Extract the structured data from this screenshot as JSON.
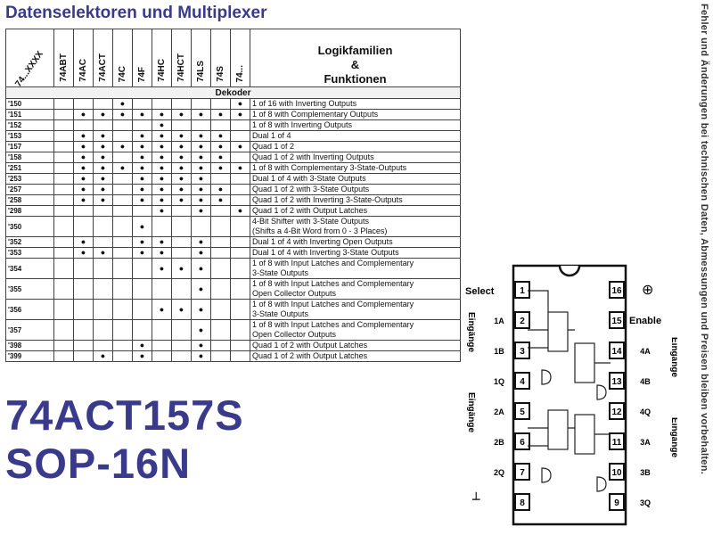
{
  "title": "Datenselektoren und Multiplexer",
  "table": {
    "corner_label": "74...XXXX",
    "families": [
      "74ABT",
      "74AC",
      "74ACT",
      "74C",
      "74F",
      "74HC",
      "74HCT",
      "74LS",
      "74S",
      "74..."
    ],
    "func_header": [
      "Logikfamilien",
      "&",
      "Funktionen"
    ],
    "section": "Dekoder",
    "rows": [
      {
        "part": "'150",
        "dots": [
          0,
          0,
          0,
          1,
          0,
          0,
          0,
          0,
          0,
          1
        ],
        "func": [
          "1 of 16 with Inverting Outputs"
        ]
      },
      {
        "part": "'151",
        "dots": [
          0,
          1,
          1,
          1,
          1,
          1,
          1,
          1,
          1,
          1
        ],
        "func": [
          "1 of 8 with Complementary Outputs"
        ]
      },
      {
        "part": "'152",
        "dots": [
          0,
          0,
          0,
          0,
          0,
          1,
          0,
          0,
          0,
          0
        ],
        "func": [
          "1 of 8 with Inverting Outputs"
        ]
      },
      {
        "part": "'153",
        "dots": [
          0,
          1,
          1,
          0,
          1,
          1,
          1,
          1,
          1,
          0
        ],
        "func": [
          "Dual 1 of 4"
        ]
      },
      {
        "part": "'157",
        "dots": [
          0,
          1,
          1,
          1,
          1,
          1,
          1,
          1,
          1,
          1
        ],
        "func": [
          "Quad 1 of 2"
        ]
      },
      {
        "part": "'158",
        "dots": [
          0,
          1,
          1,
          0,
          1,
          1,
          1,
          1,
          1,
          0
        ],
        "func": [
          "Quad 1 of 2 with Inverting Outputs"
        ]
      },
      {
        "part": "'251",
        "dots": [
          0,
          1,
          1,
          1,
          1,
          1,
          1,
          1,
          1,
          1
        ],
        "func": [
          "1 of 8 with Complementary 3-State-Outputs"
        ]
      },
      {
        "part": "'253",
        "dots": [
          0,
          1,
          1,
          0,
          1,
          1,
          1,
          1,
          0,
          0
        ],
        "func": [
          "Dual 1 of 4 with 3-State Outputs"
        ]
      },
      {
        "part": "'257",
        "dots": [
          0,
          1,
          1,
          0,
          1,
          1,
          1,
          1,
          1,
          0
        ],
        "func": [
          "Quad 1 of 2 with 3-State Outputs"
        ]
      },
      {
        "part": "'258",
        "dots": [
          0,
          1,
          1,
          0,
          1,
          1,
          1,
          1,
          1,
          0
        ],
        "func": [
          "Quad 1 of 2 with Inverting 3-State-Outputs"
        ]
      },
      {
        "part": "'298",
        "dots": [
          0,
          0,
          0,
          0,
          0,
          1,
          0,
          1,
          0,
          1
        ],
        "func": [
          "Quad 1 of 2 with Output Latches"
        ]
      },
      {
        "part": "'350",
        "dots": [
          0,
          0,
          0,
          0,
          1,
          0,
          0,
          0,
          0,
          0
        ],
        "func": [
          "4-Bit Shifter with 3-State Outputs",
          "(Shifts a 4-Bit Word from 0 - 3 Places)"
        ]
      },
      {
        "part": "'352",
        "dots": [
          0,
          1,
          0,
          0,
          1,
          1,
          0,
          1,
          0,
          0
        ],
        "func": [
          "Dual 1 of 4 with Inverting Open Outputs"
        ]
      },
      {
        "part": "'353",
        "dots": [
          0,
          1,
          1,
          0,
          1,
          1,
          0,
          1,
          0,
          0
        ],
        "func": [
          "Dual 1 of 4 with Inverting 3-State Outputs"
        ]
      },
      {
        "part": "'354",
        "dots": [
          0,
          0,
          0,
          0,
          0,
          1,
          1,
          1,
          0,
          0
        ],
        "func": [
          "1 of 8 with Input Latches and Complementary",
          "3-State Outputs"
        ]
      },
      {
        "part": "'355",
        "dots": [
          0,
          0,
          0,
          0,
          0,
          0,
          0,
          1,
          0,
          0
        ],
        "func": [
          "1 of 8 with Input Latches and Complementary",
          "Open Collector Outputs"
        ]
      },
      {
        "part": "'356",
        "dots": [
          0,
          0,
          0,
          0,
          0,
          1,
          1,
          1,
          0,
          0
        ],
        "func": [
          "1 of 8 with Input Latches and Complementary",
          "3-State Outputs"
        ]
      },
      {
        "part": "'357",
        "dots": [
          0,
          0,
          0,
          0,
          0,
          0,
          0,
          1,
          0,
          0
        ],
        "func": [
          "1 of 8 with Input Latches and Complementary",
          "Open Collector Outputs"
        ]
      },
      {
        "part": "'398",
        "dots": [
          0,
          0,
          0,
          0,
          1,
          0,
          0,
          1,
          0,
          0
        ],
        "func": [
          "Quad 1 of 2 with Output Latches"
        ]
      },
      {
        "part": "'399",
        "dots": [
          0,
          0,
          1,
          0,
          1,
          0,
          0,
          1,
          0,
          0
        ],
        "func": [
          "Quad 1 of 2 with Output Latches"
        ]
      }
    ]
  },
  "part_number": "74ACT157S",
  "package": "SOP-16N",
  "disclaimer": "Fehler und Änderungen bei technischen Daten, Abmessungen und Preisen bleiben vorbehalten.",
  "pinout": {
    "left_pins": [
      "1",
      "2",
      "3",
      "4",
      "5",
      "6",
      "7",
      "8"
    ],
    "right_pins": [
      "16",
      "15",
      "14",
      "13",
      "12",
      "11",
      "10",
      "9"
    ],
    "left_labels": [
      "Select",
      "1A",
      "1B",
      "1Q",
      "2A",
      "2B",
      "2Q",
      ""
    ],
    "right_labels": [
      "",
      "Enable",
      "4A",
      "4B",
      "4Q",
      "3A",
      "3B",
      "3Q"
    ],
    "group_left_top": "Eingänge",
    "group_left_bottom": "Eingänge",
    "group_right_top": "Eingänge",
    "group_right_bottom": "Eingänge",
    "vcc_symbol": "⊕",
    "gnd_symbol": "┴"
  }
}
